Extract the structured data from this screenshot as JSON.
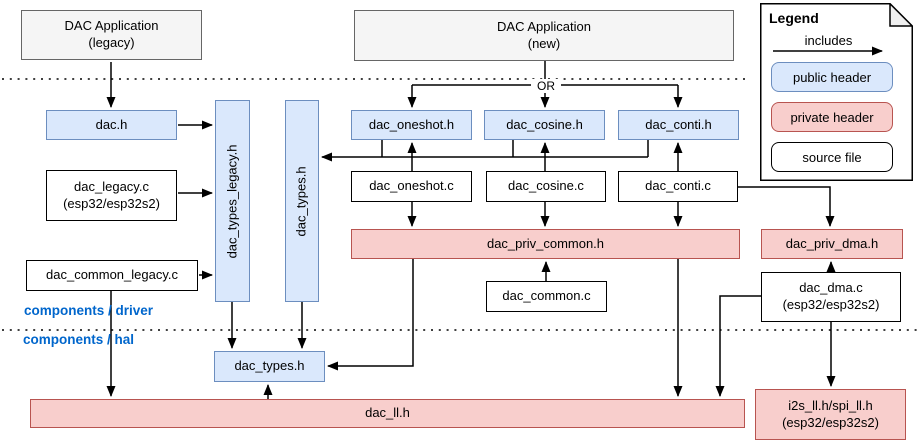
{
  "colors": {
    "public_fill": "#dae8fc",
    "public_stroke": "#6c8ebf",
    "private_fill": "#f8cecc",
    "private_stroke": "#b85450",
    "app_fill": "#f5f5f5",
    "app_stroke": "#666666",
    "section_label": "#0066cc",
    "line": "#000000"
  },
  "nodes": {
    "app_legacy": "DAC Application\n(legacy)",
    "app_new": "DAC Application\n(new)",
    "dac_h": "dac.h",
    "dac_types_legacy_h": "dac_types_legacy.h",
    "dac_types_h_driver": "dac_types.h",
    "dac_legacy_c": "dac_legacy.c\n(esp32/esp32s2)",
    "dac_common_legacy_c": "dac_common_legacy.c",
    "dac_oneshot_h": "dac_oneshot.h",
    "dac_cosine_h": "dac_cosine.h",
    "dac_conti_h": "dac_conti.h",
    "dac_oneshot_c": "dac_oneshot.c",
    "dac_cosine_c": "dac_cosine.c",
    "dac_conti_c": "dac_conti.c",
    "dac_priv_common_h": "dac_priv_common.h",
    "dac_common_c": "dac_common.c",
    "dac_priv_dma_h": "dac_priv_dma.h",
    "dac_dma_c": "dac_dma.c\n(esp32/esp32s2)",
    "dac_types_h_hal": "dac_types.h",
    "dac_ll_h": "dac_ll.h",
    "i2s_spi_ll": "i2s_ll.h/spi_ll.h\n(esp32/esp32s2)"
  },
  "labels": {
    "or": "OR",
    "section_driver": "components / driver",
    "section_hal": "components / hal"
  },
  "legend": {
    "title": "Legend",
    "edge_label": "includes",
    "public_header": "public header",
    "private_header": "private header",
    "source_file": "source file"
  }
}
